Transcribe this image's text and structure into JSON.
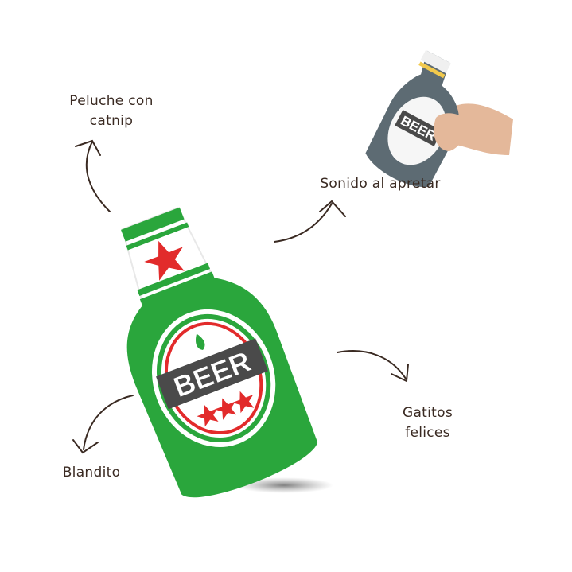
{
  "labels": {
    "catnip_line1": "Peluche con",
    "catnip_line2": "catnip",
    "sonido": "Sonido al apretar",
    "gatitos_line1": "Gatitos",
    "gatitos_line2": "felices",
    "blandito": "Blandito"
  },
  "bottle_text": "BEER",
  "colors": {
    "text": "#3a2a22",
    "arrow": "#3a2a22",
    "bottle_green": "#2aa63c",
    "bottle_red": "#e22b2b",
    "label_dark": "#4a4a4a",
    "inset_gray": "#5d6b73"
  }
}
